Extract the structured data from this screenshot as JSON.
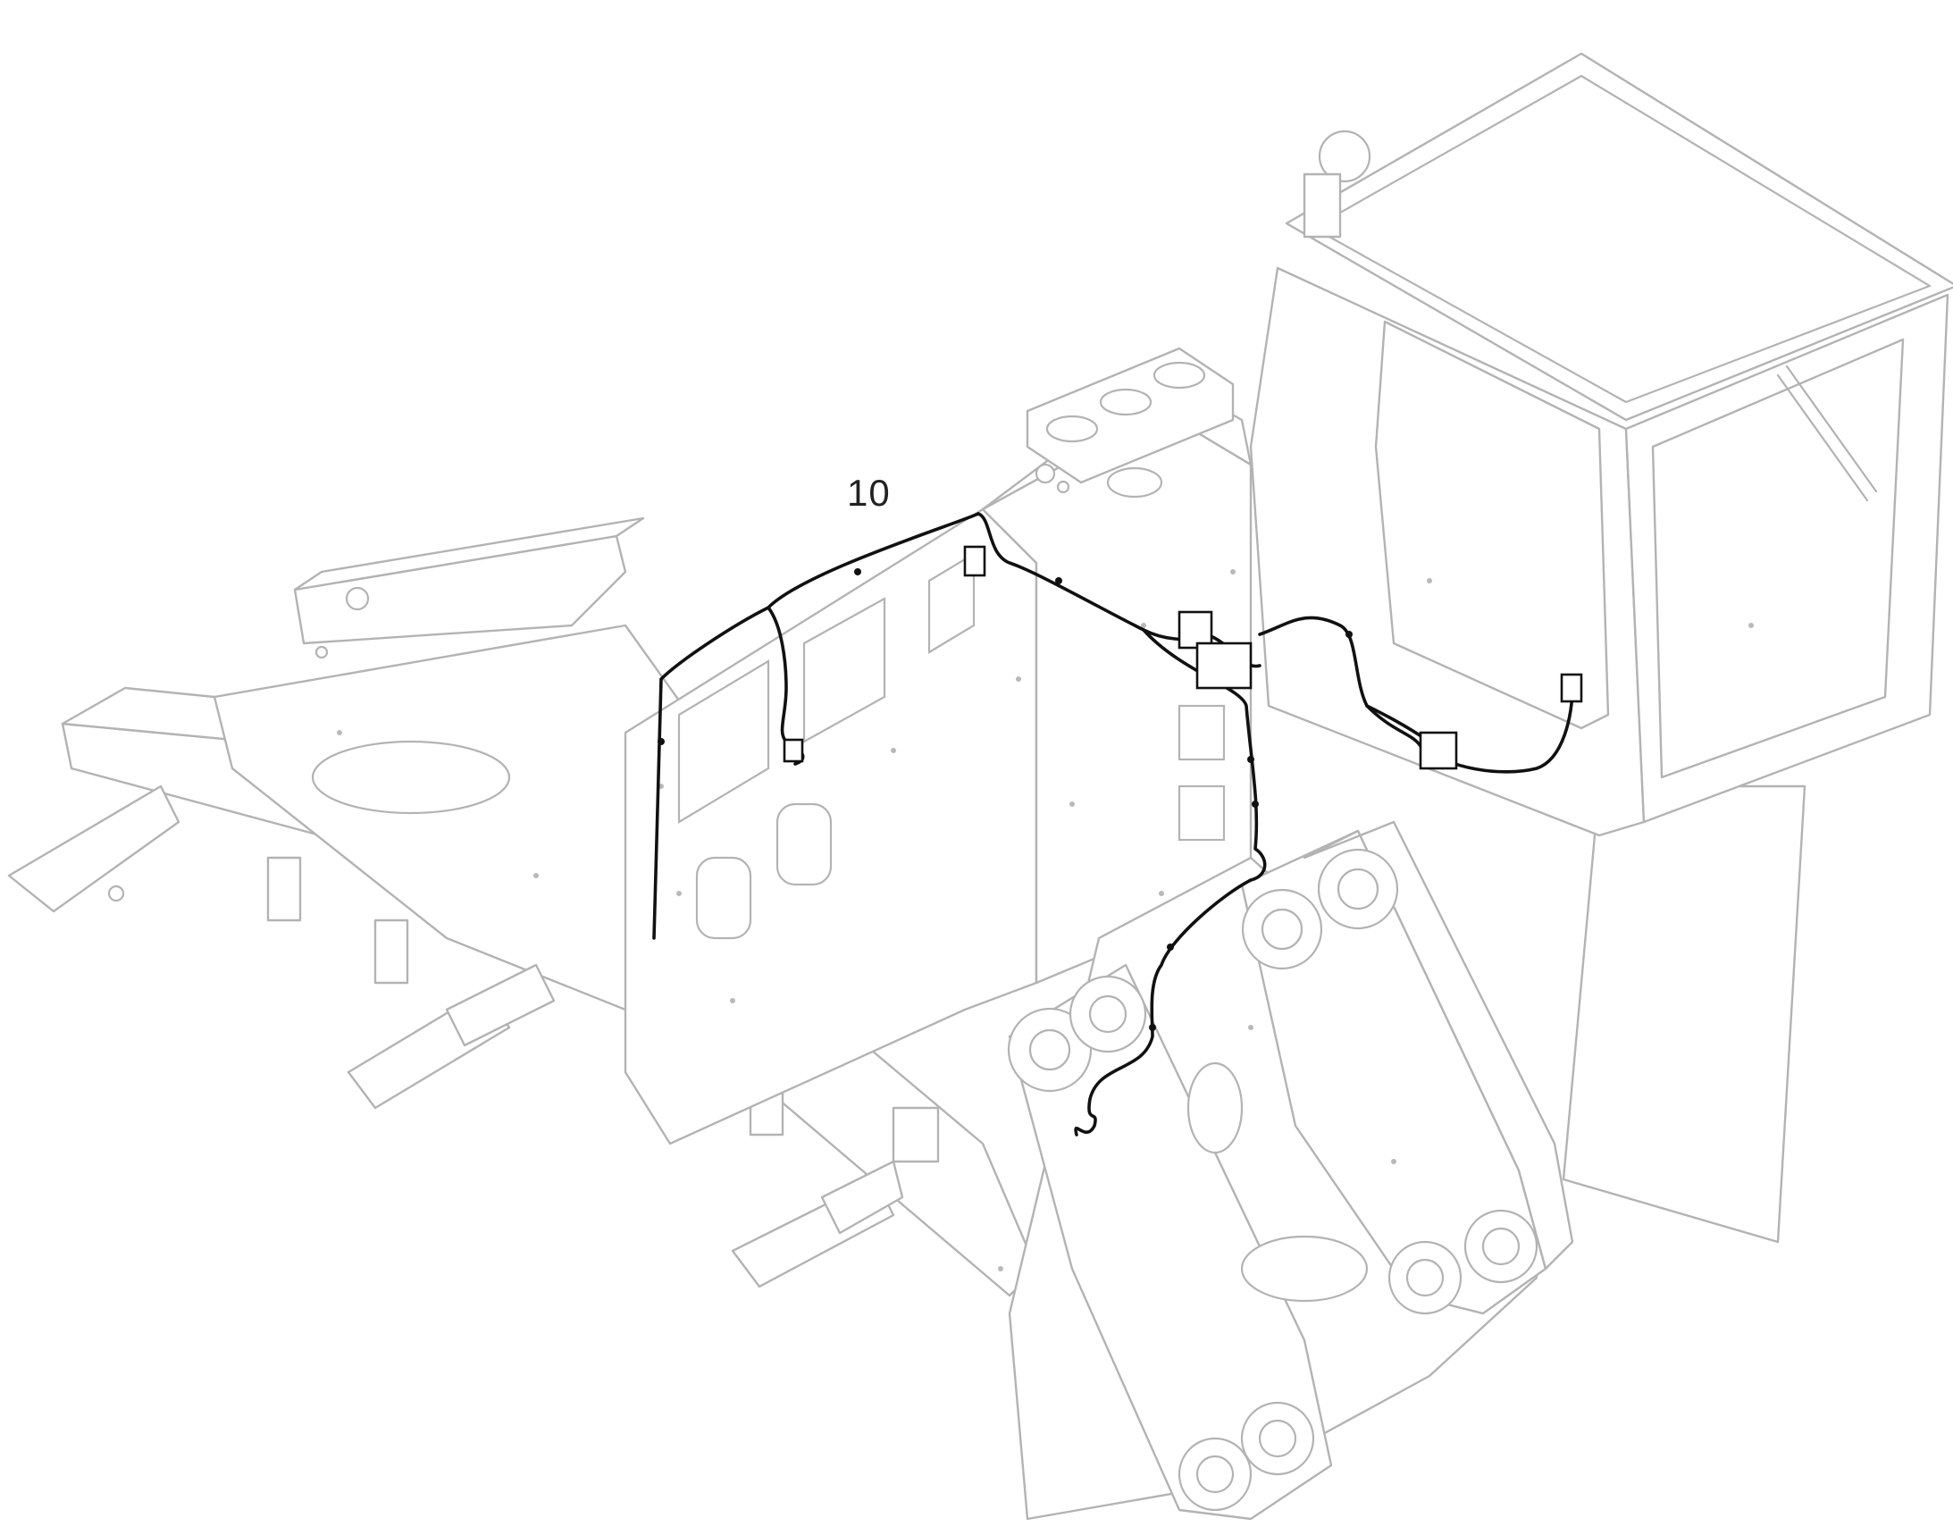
{
  "callouts": [
    {
      "label": "10"
    }
  ],
  "colors": {
    "background": "#ffffff",
    "frame_lines": "#b3b3b3",
    "harness": "#111111",
    "callout_text": "#222222"
  },
  "icons": [
    "wiring-harness",
    "loader-rear-frame",
    "operator-cab",
    "loader-front-frame",
    "connector"
  ]
}
